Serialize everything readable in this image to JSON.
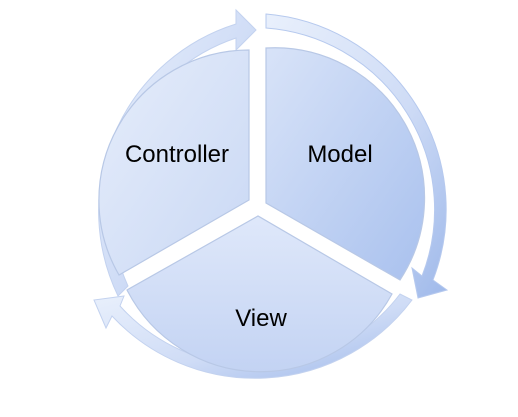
{
  "diagram": {
    "segments": [
      {
        "label": "Controller"
      },
      {
        "label": "Model"
      },
      {
        "label": "View"
      }
    ]
  },
  "colors": {
    "ring_light": "#e4ecfb",
    "ring_dark": "#9cb6ea",
    "segment_light": "#e3ebfb",
    "segment_dark": "#a8c0ef",
    "gap": "#ffffff",
    "inner_edge": "#b8c8e6"
  }
}
